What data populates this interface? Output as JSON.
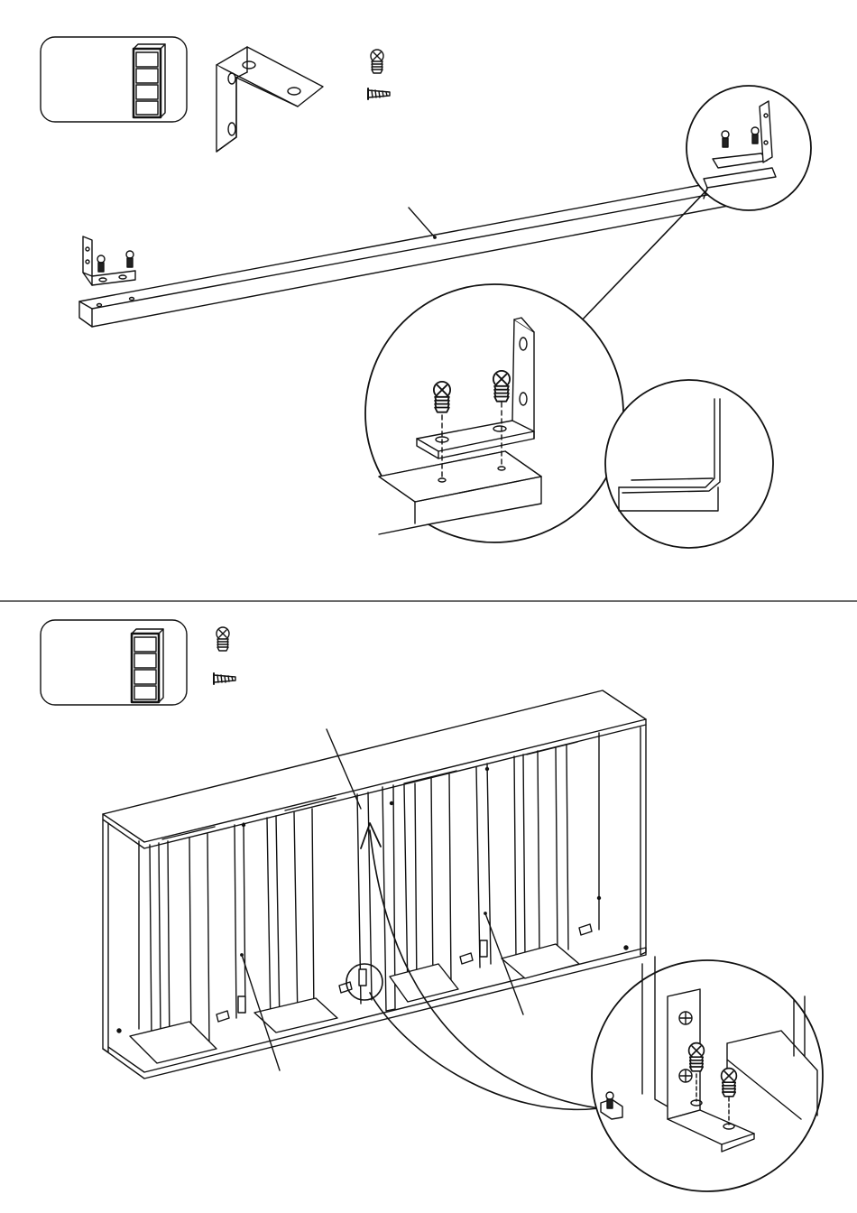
{
  "document": {
    "type": "assembly-instructions",
    "steps": [
      {
        "name": "step-1",
        "thumbnail": "cabinet-thumbnail",
        "parts": [
          "angle-bracket",
          "euro-screw",
          "wood-screw"
        ],
        "detail_views": [
          "bracket-closeup",
          "flush-alignment-closeup"
        ]
      },
      {
        "name": "step-2",
        "thumbnail": "cabinet-thumbnail",
        "parts": [
          "euro-screw",
          "wood-screw"
        ],
        "detail_views": [
          "bracket-mount-closeup"
        ]
      }
    ]
  }
}
